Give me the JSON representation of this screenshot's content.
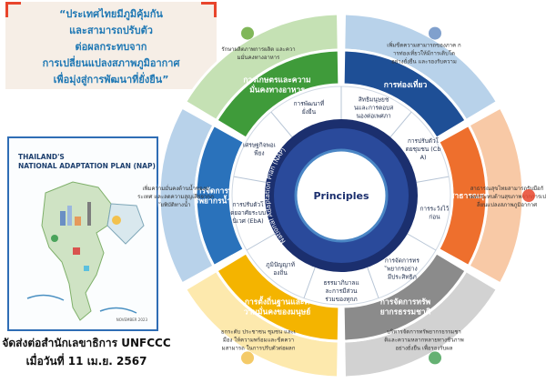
{
  "quote": {
    "lines": [
      "“ประเทศไทยมีภูมิคุ้มกัน",
      "และสามารถปรับตัว",
      "ต่อผลกระทบจาก",
      "การเปลี่ยนแปลงสภาพภูมิอากาศ",
      "เพื่อมุ่งสู่การพัฒนาที่ยั่งยืน”"
    ]
  },
  "cover": {
    "title_line1": "THAILAND'S",
    "title_line2": "NATIONAL ADAPTATION PLAN (NAP)",
    "date": "NOVEMBER 2023"
  },
  "caption": {
    "line1": "จัดส่งต่อสำนักเลขาธิการ UNFCCC",
    "line2": "เมื่อวันที่ 11 เม.ย. 2567"
  },
  "wheel": {
    "center_label": "Principles",
    "ring_text": "National Adaptation Plan (NAP)",
    "colors": {
      "outer": [
        "#1e4f96",
        "#ee6f2d",
        "#8b8b8b",
        "#f4b400",
        "#2a72bb",
        "#3f9b3a"
      ],
      "outer_light": [
        "#b8d2ea",
        "#f8c9a6",
        "#d2d2d2",
        "#fde9ad",
        "#b8d2ea",
        "#c5e1b4"
      ]
    },
    "sectors": [
      {
        "title": "การท่องเที่ยว",
        "desc": "เพิ่มขีดความสามารถของภาค การท่องเที่ยวให้มีการเติบโตอย่างยั่งยืน และรองรับความเสี่ยง"
      },
      {
        "title": "สาธารณสุข",
        "desc": "สาธารณสุขไทยสามารถรับมือกับผลกระทบด้านสุขภาพจากการเปลี่ยนแปลงสภาพภูมิอากาศ"
      },
      {
        "title": "การจัดการทรัพยากรธรรมชาติ",
        "desc": "บริหารจัดการทรัพยากรธรรมชาติและความหลากหลายทางชีวภาพอย่างยั่งยืน เพื่อรองรับผลกระทบจากการเปลี่ยนแปลงสภาพภูมิอากาศ"
      },
      {
        "title": "การตั้งถิ่นฐานและความมั่นคงของมนุษย์",
        "desc": "ยกระดับ ประชาชน ชุมชน และเมือง ให้ความพร้อมและขีดความสามารถ ในการปรับตัวต่อผลกระทบจากภัยภูมิอากาศ"
      },
      {
        "title": "การจัดการทรัพยากรน้ำ",
        "desc": "เพิ่มความมั่นคงด้านน้ำของประเทศ และลดความสูญเสียจากภัยพิบัติทางน้ำ"
      },
      {
        "title": "การเกษตรและความมั่นคงทางอาหาร",
        "desc": "รักษาผลิตภาพการผลิต และความมั่นคงทางอาหาร"
      }
    ],
    "principles": [
      "สิทธิมนุษยชนและการตอบสนองต่อเพศภาวะ",
      "การปรับตัวโดยชุมชน (CbA)",
      "การระวังไว้ก่อน",
      "การจัดการทรัพยากรอย่างมีประสิทธิภาพ",
      "ธรรมาภิบาลและการมีส่วนร่วมของทุกภาคส่วน",
      "ภูมิปัญญาท้องถิ่น",
      "การปรับตัวโดยอาศัยระบบนิเวศ (EbA)",
      "เศรษฐกิจพอเพียง",
      "การพัฒนาที่ยั่งยืน"
    ]
  }
}
